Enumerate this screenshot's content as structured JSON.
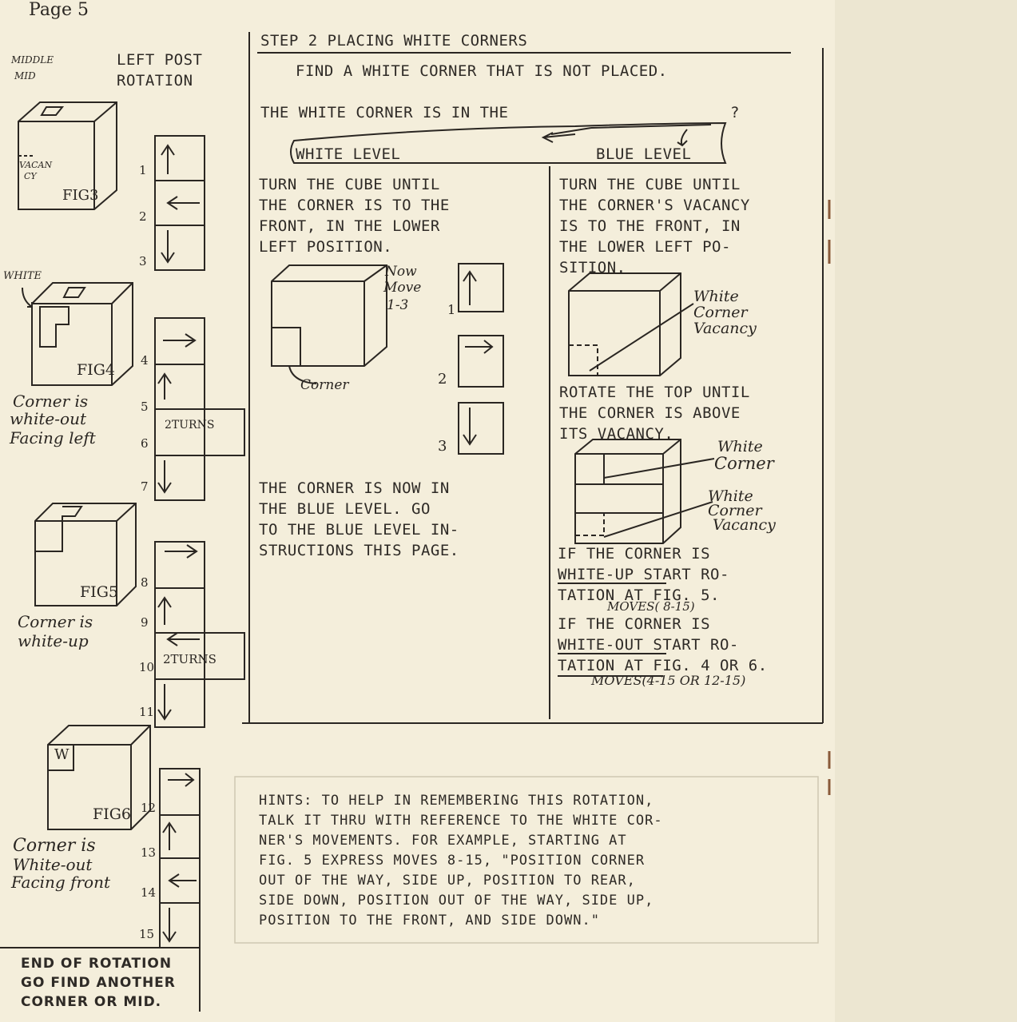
{
  "page_number": "Page 5",
  "left_column": {
    "header_line1": "LEFT POST",
    "header_line2": "ROTATION",
    "fig3": {
      "top_label_a": "MIDDLE",
      "top_label_b": "MID",
      "side_label_a": "VACAN",
      "side_label_b": "CY",
      "label": "FIG3"
    },
    "fig4": {
      "top_label": "WHITE",
      "label": "FIG4",
      "caption1": "Corner is",
      "caption2": "white-out",
      "caption3": "Facing left"
    },
    "fig5": {
      "label": "FIG5",
      "caption1": "Corner is",
      "caption2": "white-up"
    },
    "fig6": {
      "cube_label": "W",
      "label": "FIG6",
      "caption1": "Corner is",
      "caption2": "White-out",
      "caption3": "Facing front"
    },
    "moves": [
      "1",
      "2",
      "3",
      "4",
      "5",
      "6",
      "7",
      "8",
      "9",
      "10",
      "11",
      "12",
      "13",
      "14",
      "15"
    ],
    "two_turns": "2TURNS",
    "end_line1": "END OF ROTATION",
    "end_line2": "GO FIND ANOTHER",
    "end_line3": "CORNER OR MID."
  },
  "step": {
    "title": "STEP 2  PLACING WHITE CORNERS",
    "instruction": "FIND A WHITE CORNER THAT IS NOT PLACED.",
    "question": "THE WHITE CORNER IS IN THE",
    "question_mark": "?",
    "white_level": "WHITE LEVEL",
    "blue_level": "BLUE LEVEL"
  },
  "white_col": {
    "p1": [
      "TURN THE CUBE UNTIL",
      "THE CORNER IS TO THE",
      "FRONT, IN THE LOWER",
      "LEFT POSITION."
    ],
    "now_move": [
      "Now",
      "Move",
      "1-3"
    ],
    "corner_label": "Corner",
    "move_nums": [
      "1",
      "2",
      "3"
    ],
    "p2": [
      "THE CORNER IS NOW IN",
      "THE BLUE LEVEL.  GO",
      "TO THE BLUE LEVEL IN-",
      "STRUCTIONS THIS PAGE."
    ]
  },
  "blue_col": {
    "p1": [
      "TURN THE CUBE UNTIL",
      "THE CORNER'S VACANCY",
      "IS TO THE FRONT, IN",
      "THE LOWER LEFT PO-",
      "SITION."
    ],
    "vacancy_labels": [
      "White",
      "Corner",
      "Vacancy"
    ],
    "p2": [
      "ROTATE THE TOP UNTIL",
      "THE CORNER IS ABOVE",
      "ITS VACANCY."
    ],
    "corner_labels": [
      "White",
      "Corner"
    ],
    "vacancy2_labels": [
      "White",
      "Corner",
      "Vacancy"
    ],
    "if_up": [
      "IF THE CORNER IS",
      "WHITE-UP START RO-",
      "TATION AT FIG. 5."
    ],
    "moves_a": "MOVES( 8-15)",
    "if_out": [
      "IF THE CORNER IS",
      "WHITE-OUT START RO-",
      "TATION AT FIG. 4 OR 6."
    ],
    "moves_b": "MOVES(4-15 OR 12-15)"
  },
  "hints": [
    "HINTS:  TO HELP IN REMEMBERING THIS ROTATION,",
    "TALK IT THRU WITH REFERENCE TO THE WHITE COR-",
    "NER'S MOVEMENTS.  FOR EXAMPLE, STARTING AT",
    "FIG. 5 EXPRESS MOVES 8-15, \"POSITION CORNER",
    "OUT OF THE WAY, SIDE UP, POSITION TO REAR,",
    "SIDE DOWN, POSITION OUT OF THE WAY, SIDE UP,",
    "POSITION TO THE FRONT, AND SIDE DOWN.\""
  ]
}
